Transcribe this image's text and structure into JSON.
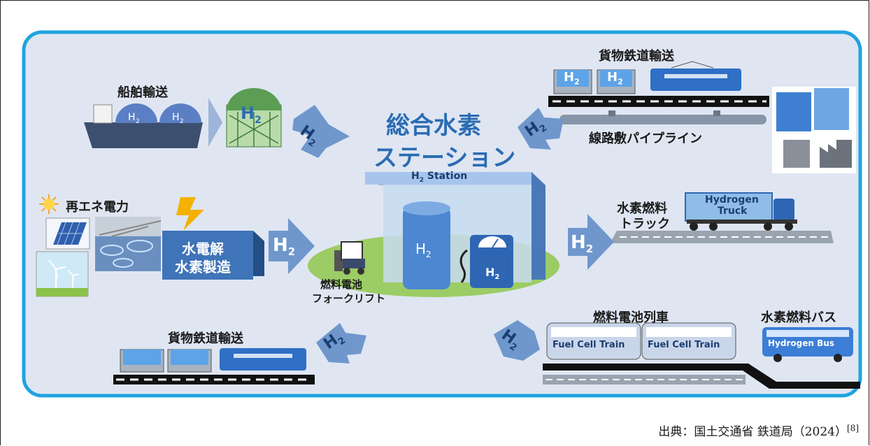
{
  "title": {
    "line1": "総合水素",
    "line2": "ステーション"
  },
  "station": {
    "roof_label": "H",
    "roof_sub": "2",
    "roof_suffix": "Station",
    "tank_label": "H",
    "tank_sub": "2",
    "dispenser_label": "H",
    "dispenser_sub": "2"
  },
  "labels": {
    "ship_transport": "船舶輸送",
    "renewable_power": "再エネ電力",
    "electrolysis_line1": "水電解",
    "electrolysis_line2": "水素製造",
    "forklift_line1": "燃料電池",
    "forklift_line2": "フォークリフト",
    "freight_rail_bottom": "貨物鉄道輸送",
    "freight_rail_top": "貨物鉄道輸送",
    "pipeline": "線路敷パイプライン",
    "truck_line1": "水素燃料",
    "truck_line2": "トラック",
    "truck_body_line1": "Hydrogen",
    "truck_body_line2": "Truck",
    "fuel_cell_train": "燃料電池列車",
    "train_car": "Fuel Cell Train",
    "hydrogen_bus": "水素燃料バス",
    "bus_body": "Hydrogen Bus"
  },
  "h2": {
    "main": "H",
    "sub": "2"
  },
  "caption": {
    "text": "出典：国土交通省  鉄道局（2024）",
    "ref": "[8]"
  },
  "colors": {
    "panel": "#dfe6f2",
    "border": "#1fa3e0",
    "arrow": "#6f97cc",
    "title": "#2b6cb3",
    "track": "#111111"
  }
}
